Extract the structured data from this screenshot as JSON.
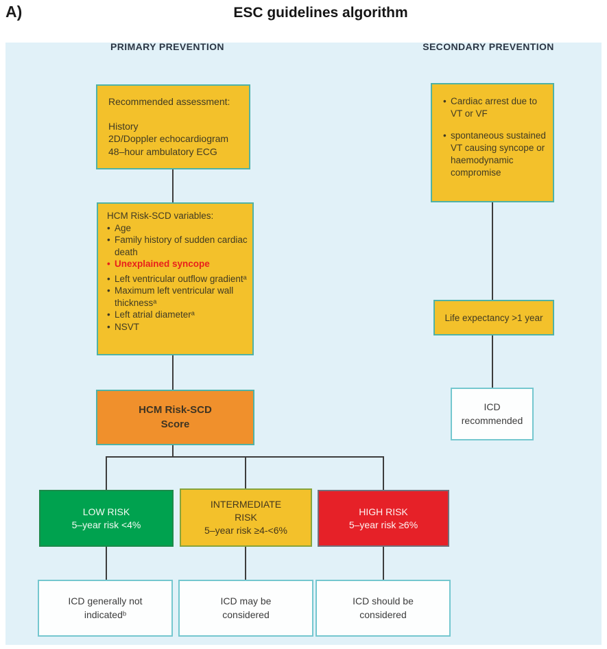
{
  "figure": {
    "label": "A)",
    "title": "ESC guidelines algorithm"
  },
  "headers": {
    "primary": "PRIMARY PREVENTION",
    "secondary": "SECONDARY PREVENTION"
  },
  "assessment_box": {
    "heading": "Recommended assessment:",
    "lines": [
      "History",
      "2D/Doppler echocardiogram",
      "48–hour ambulatory ECG"
    ]
  },
  "variables_box": {
    "heading": "HCM Risk-SCD variables:",
    "items": [
      "Age",
      "Family history of sudden cardiac death",
      "Unexplained syncope",
      "Left ventricular outflow gradientᵃ",
      "Maximum left ventricular wall thicknessᵃ",
      "Left atrial diameterᵃ",
      "NSVT"
    ]
  },
  "score_box": {
    "line1": "HCM Risk-SCD",
    "line2": "Score"
  },
  "risk_boxes": {
    "low": {
      "title": "LOW RISK",
      "subtitle": "5–year risk <4%"
    },
    "intermediate": {
      "title": "INTERMEDIATE",
      "title2": "RISK",
      "subtitle": "5–year risk ≥4-<6%"
    },
    "high": {
      "title": "HIGH RISK",
      "subtitle": "5–year risk ≥6%"
    }
  },
  "outcome_boxes": {
    "low": {
      "line1": "ICD generally not",
      "line2": "indicatedᵇ"
    },
    "intermediate": {
      "line1": "ICD may be",
      "line2": "considered"
    },
    "high": {
      "line1": "ICD should be",
      "line2": "considered"
    }
  },
  "secondary_box": {
    "items": [
      "Cardiac arrest due to VT or VF",
      "spontaneous sustained VT causing syncope or haemodynamic compromise"
    ]
  },
  "life_expectancy_box": {
    "text": "Life expectancy >1 year"
  },
  "icd_recommended_box": {
    "line1": "ICD",
    "line2": "recommended"
  },
  "colors": {
    "panel_bg": "#E1F1F8",
    "yellow": "#F3C12B",
    "orange": "#F0902C",
    "green": "#00A24F",
    "red": "#E62128",
    "teal_border": "#4FB2A6",
    "cyan_border": "#74C7CF",
    "highlight_text": "#E8201B",
    "connector": "#3D3D3D"
  }
}
